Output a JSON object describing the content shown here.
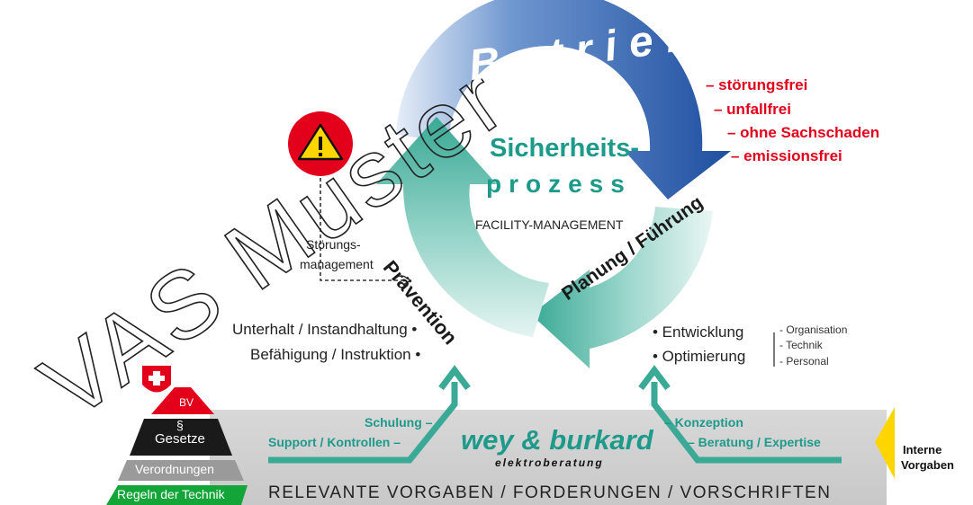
{
  "watermark": "VAS Muster",
  "cycle": {
    "top_label": "Betrieb",
    "left_label": "Prävention",
    "right_label": "Planung / Führung",
    "center_title_1": "Sicherheits-",
    "center_title_2": "prozess",
    "center_subtitle": "FACILITY-MANAGEMENT"
  },
  "goals": [
    "– störungsfrei",
    "– unfallfrei",
    "– ohne Sachschaden",
    "– emissionsfrei"
  ],
  "stoerung": {
    "line1": "Störungs-",
    "line2": "management"
  },
  "left_items": [
    "Unterhalt / Instandhaltung •",
    "Befähigung / Instruktion •"
  ],
  "right_items": [
    "• Entwicklung",
    "• Optimierung"
  ],
  "right_sub": [
    "- Organisation",
    "- Technik",
    "- Personal"
  ],
  "left_arrow_labels": [
    "Schulung –",
    "Support / Kontrollen –"
  ],
  "right_arrow_labels": [
    "– Konzeption",
    "– Beratung / Expertise"
  ],
  "company": {
    "name": "wey & burkard",
    "sub": "elektroberatung"
  },
  "pyramid": [
    "BV",
    "§",
    "Gesetze",
    "Verordnungen",
    "Regeln der Technik"
  ],
  "bottom_bar": "RELEVANTE VORGABEN / FORDERUNGEN / VORSCHRIFTEN",
  "internal": {
    "line1": "Interne",
    "line2": "Vorgaben"
  },
  "colors": {
    "blue": "#1f4fa0",
    "teal": "#3aa996",
    "red": "#e2001a",
    "green": "#13a538",
    "yellow": "#ffd500",
    "grey": "#d6d6d6"
  }
}
